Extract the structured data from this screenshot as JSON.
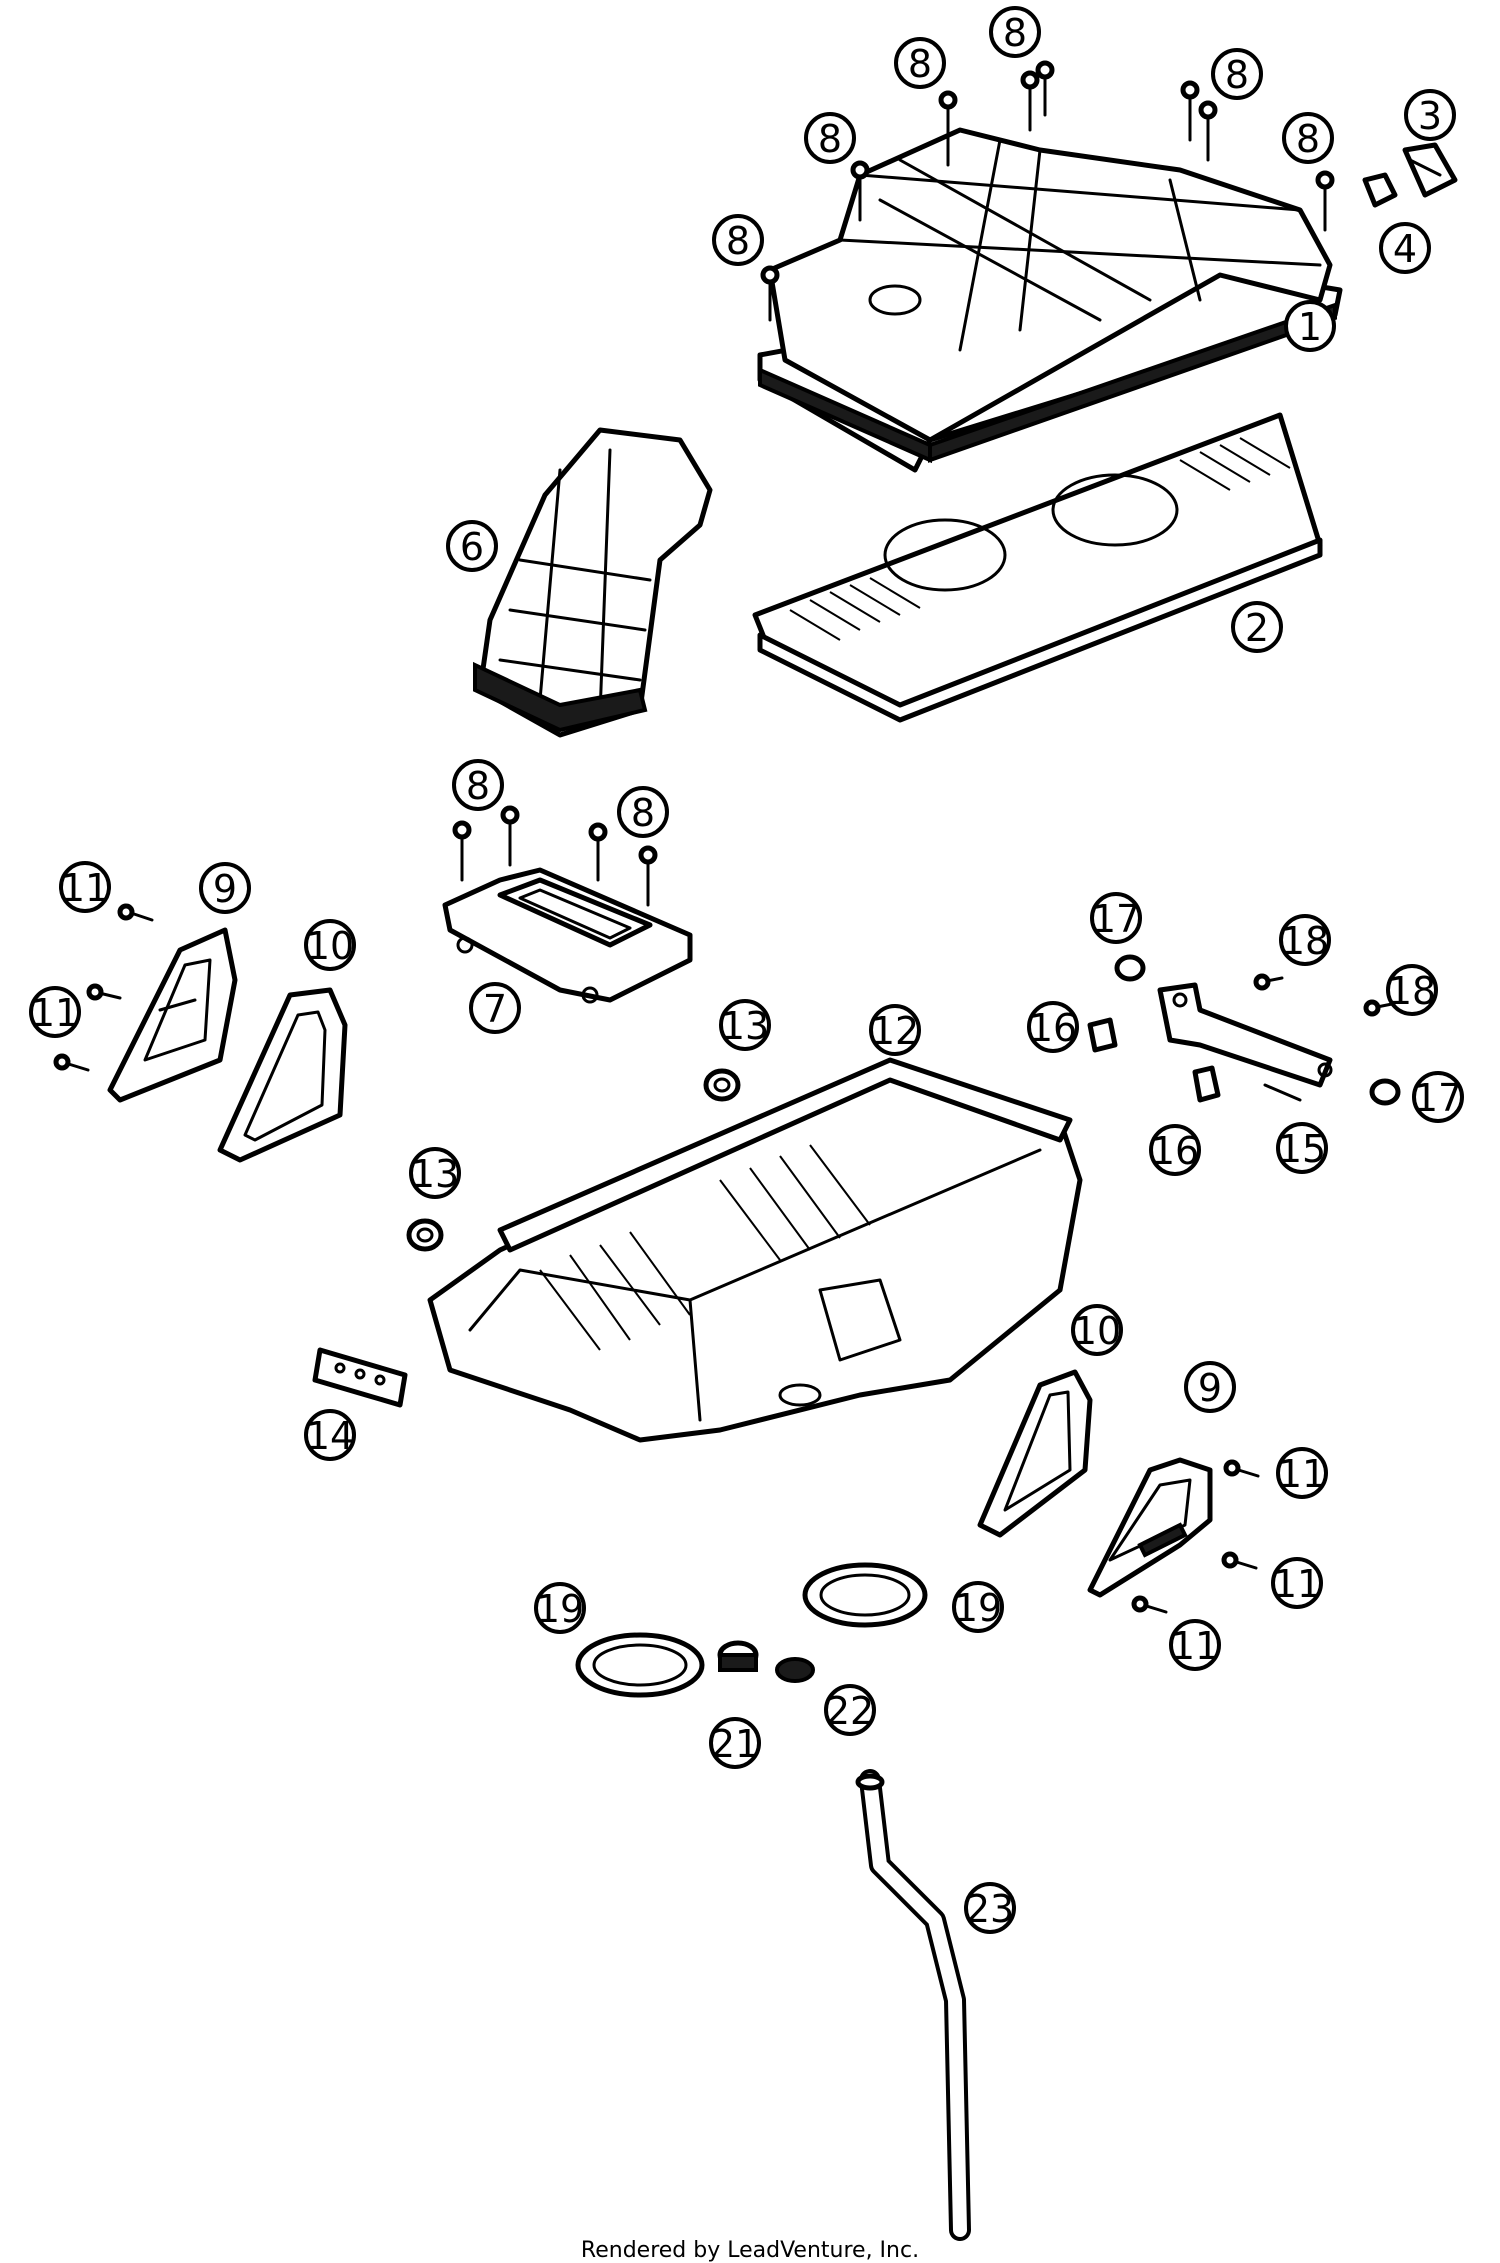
{
  "callouts": {
    "c1": "1",
    "c2": "2",
    "c3": "3",
    "c4": "4",
    "c6": "6",
    "c7": "7",
    "c8": "8",
    "c9": "9",
    "c10": "10",
    "c11": "11",
    "c12": "12",
    "c13": "13",
    "c14": "14",
    "c15": "15",
    "c16": "16",
    "c17": "17",
    "c18": "18",
    "c19": "19",
    "c21": "21",
    "c22": "22",
    "c23": "23"
  },
  "footer": {
    "credit": "Rendered by LeadVenture, Inc."
  }
}
